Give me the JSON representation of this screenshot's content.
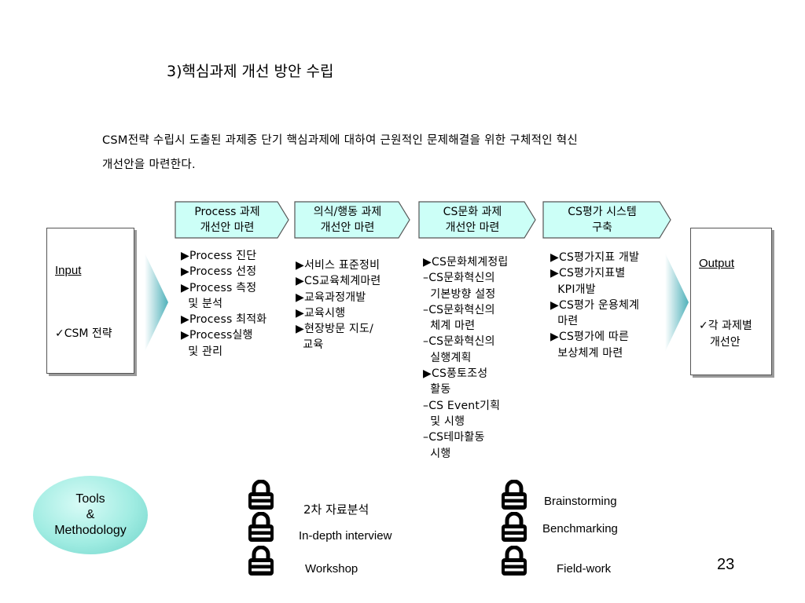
{
  "title": "3)핵심과제 개선 방안 수립",
  "intro": {
    "line1": "CSM전략 수립시 도출된 과제중 단기 핵심과제에 대하여 근원적인 문제해결을 위한 구체적인 혁신",
    "line2": "개선안을 마련한다."
  },
  "input": {
    "header": "Input",
    "item": "✓CSM 전략"
  },
  "output": {
    "header": "Output",
    "item_line1": "✓각 과제별",
    "item_line2": "개선안"
  },
  "stages": [
    {
      "line1": "Process 과제",
      "line2": "개선안 마련",
      "items": "▶Process 진단\n▶Process 선정\n▶Process 측정\n  및 분석\n▶Process 최적화\n▶Process실행\n  및 관리"
    },
    {
      "line1": "의식/행동 과제",
      "line2": "개선안 마련",
      "items": "▶서비스 표준정비\n▶CS교육체계마련\n▶교육과정개발\n▶교육시행\n▶현장방문 지도/\n  교육"
    },
    {
      "line1": "CS문화 과제",
      "line2": "개선안 마련",
      "items": "▶CS문화체계정립\n–CS문화혁신의\n  기본방향 설정\n–CS문화혁신의\n  체계 마련\n–CS문화혁신의\n  실행계획\n▶CS풍토조성\n  활동\n–CS Event기획\n  및 시행\n–CS테마활동\n  시행"
    },
    {
      "line1": "CS평가 시스템",
      "line2": "구축",
      "items": "▶CS평가지표 개발\n▶CS평가지표별\n  KPI개발\n▶CS평가 운용체계\n  마련\n▶CS평가에 따른\n  보상체계 마련"
    }
  ],
  "tools": {
    "line1": "Tools",
    "line2": "&",
    "line3": "Methodology"
  },
  "methods": {
    "m1": "2차 자료분석",
    "m2": "In-depth interview",
    "m3": "Workshop",
    "m4": "Brainstorming",
    "m5": "Benchmarking",
    "m6": "Field-work"
  },
  "page_number": "23",
  "colors": {
    "stage_fill": "#ccfff7",
    "tools_fill": "#a0ece2",
    "arrow": "#4fb1ba"
  }
}
